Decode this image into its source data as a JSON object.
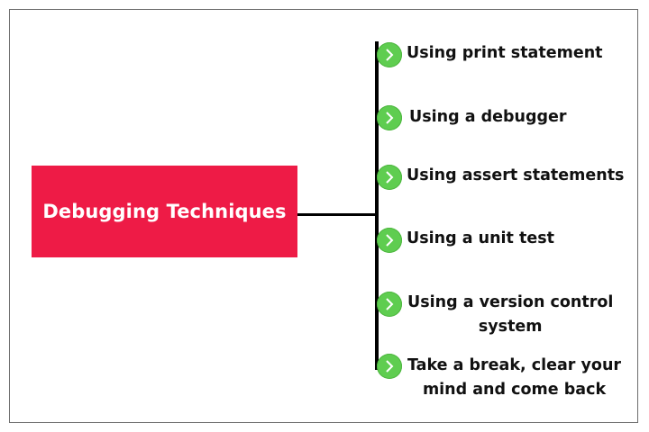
{
  "diagram": {
    "central": {
      "label": "Debugging Techniques",
      "color": "#ee1b46"
    },
    "bullet_color": "#5fcd50",
    "bullet_icon": "chevron-right-icon",
    "items": [
      {
        "lines": [
          "Using print statement"
        ]
      },
      {
        "lines": [
          "Using a debugger"
        ]
      },
      {
        "lines": [
          "Using assert statements"
        ]
      },
      {
        "lines": [
          "Using a unit test"
        ]
      },
      {
        "lines": [
          "Using a version control",
          "system"
        ]
      },
      {
        "lines": [
          "Take a break, clear your",
          "mind and come back"
        ]
      }
    ]
  }
}
